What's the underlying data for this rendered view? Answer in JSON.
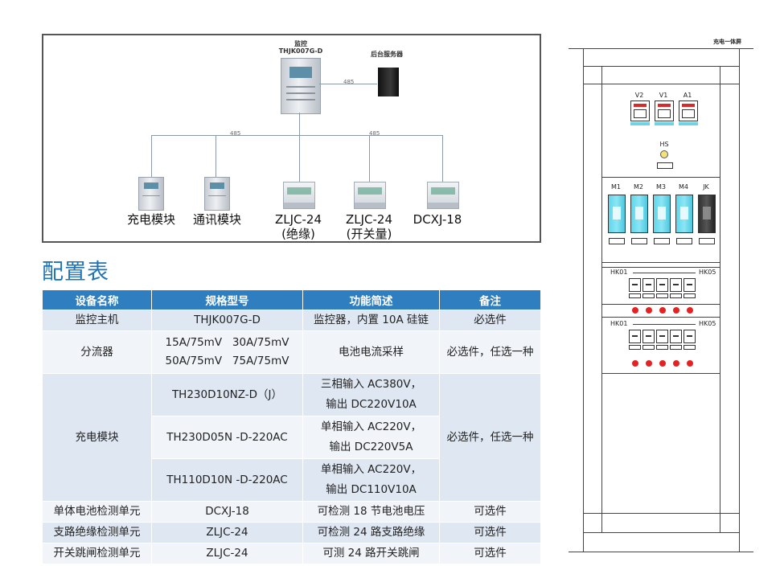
{
  "diagram": {
    "monitor_label_1": "监控",
    "monitor_label_2": "THJK007G-D",
    "server_label": "后台服务器",
    "link_485_a": "485",
    "link_485_b": "485",
    "link_485_c": "485",
    "modules": [
      {
        "line1": "充电模块",
        "line2": ""
      },
      {
        "line1": "通讯模块",
        "line2": ""
      },
      {
        "line1": "ZLJC-24",
        "line2": "(绝缘)"
      },
      {
        "line1": "ZLJC-24",
        "line2": "(开关量)"
      },
      {
        "line1": "DCXJ-18",
        "line2": ""
      }
    ]
  },
  "config_title": "配置表",
  "table": {
    "headers": [
      "设备名称",
      "规格型号",
      "功能简述",
      "备注"
    ],
    "rows": [
      {
        "name": "监控主机",
        "model": "THJK007G-D",
        "func": "监控器，内置 10A 硅链",
        "note": "必选件"
      },
      {
        "name": "分流器",
        "model_a": "15A/75mV   30A/75mV",
        "model_b": "50A/75mV   75A/75mV",
        "func": "电池电流采样",
        "note": "必选件，任选一种"
      },
      {
        "name": "充电模块",
        "note": "必选件，任选一种",
        "subs": [
          {
            "model": "TH230D10NZ-D（J）",
            "func_a": "三相输入 AC380V，",
            "func_b": "输出 DC220V10A"
          },
          {
            "model": "TH230D05N -D-220AC",
            "func_a": "单相输入 AC220V，",
            "func_b": "输出 DC220V5A"
          },
          {
            "model": "TH110D10N -D-220AC",
            "func_a": "单相输入 AC220V，",
            "func_b": "输出 DC110V10A"
          }
        ]
      },
      {
        "name": "单体电池检测单元",
        "model": "DCXJ-18",
        "func": "可检测 18 节电池电压",
        "note": "可选件"
      },
      {
        "name": "支路绝缘检测单元",
        "model": "ZLJC-24",
        "func": "可检测 24 路支路绝缘",
        "note": "可选件"
      },
      {
        "name": "开关跳闸检测单元",
        "model": "ZLJC-24",
        "func": "可测 24 路开关跳闸",
        "note": "可选件"
      }
    ]
  },
  "cabinet": {
    "title": "充电一体屏",
    "meters": [
      "V2",
      "V1",
      "A1"
    ],
    "lamp": "HS",
    "breakers": [
      "M1",
      "M2",
      "M3",
      "M4",
      "JK"
    ],
    "row1_left": "HK01",
    "row1_right": "HK05",
    "row2_left": "HK01",
    "row2_right": "HK05"
  }
}
